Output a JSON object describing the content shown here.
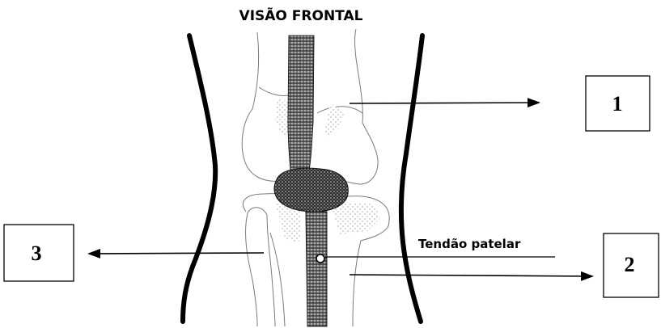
{
  "diagram": {
    "title": "VISÃO FRONTAL",
    "tendon_label": "Tendão patelar",
    "callouts": [
      {
        "number": "1"
      },
      {
        "number": "2"
      },
      {
        "number": "3"
      }
    ]
  }
}
